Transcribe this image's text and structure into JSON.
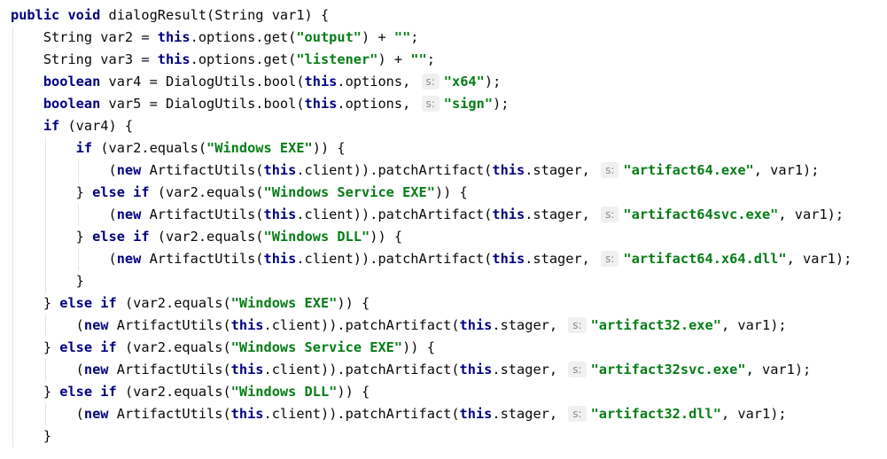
{
  "code": {
    "lines": [
      {
        "indent": 0,
        "tokens": [
          [
            "k",
            "public void "
          ],
          [
            "t",
            "dialogResult(String var1) {"
          ]
        ]
      },
      {
        "indent": 1,
        "tokens": [
          [
            "t",
            "String var2 = "
          ],
          [
            "k",
            "this"
          ],
          [
            "t",
            ".options.get("
          ],
          [
            "s",
            "\"output\""
          ],
          [
            "t",
            ") + "
          ],
          [
            "s",
            "\"\""
          ],
          [
            "t",
            ";"
          ]
        ]
      },
      {
        "indent": 1,
        "tokens": [
          [
            "t",
            "String var3 = "
          ],
          [
            "k",
            "this"
          ],
          [
            "t",
            ".options.get("
          ],
          [
            "s",
            "\"listener\""
          ],
          [
            "t",
            ") + "
          ],
          [
            "s",
            "\"\""
          ],
          [
            "t",
            ";"
          ]
        ]
      },
      {
        "indent": 1,
        "tokens": [
          [
            "k",
            "boolean "
          ],
          [
            "t",
            "var4 = DialogUtils.bool("
          ],
          [
            "k",
            "this"
          ],
          [
            "t",
            ".options, "
          ],
          [
            "h",
            "s:"
          ],
          [
            "s",
            "\"x64\""
          ],
          [
            "t",
            ");"
          ]
        ]
      },
      {
        "indent": 1,
        "tokens": [
          [
            "k",
            "boolean "
          ],
          [
            "t",
            "var5 = DialogUtils.bool("
          ],
          [
            "k",
            "this"
          ],
          [
            "t",
            ".options, "
          ],
          [
            "h",
            "s:"
          ],
          [
            "s",
            "\"sign\""
          ],
          [
            "t",
            ");"
          ]
        ]
      },
      {
        "indent": 1,
        "tokens": [
          [
            "k",
            "if "
          ],
          [
            "t",
            "(var4) {"
          ]
        ]
      },
      {
        "indent": 2,
        "tokens": [
          [
            "k",
            "if "
          ],
          [
            "t",
            "(var2.equals("
          ],
          [
            "s",
            "\"Windows EXE\""
          ],
          [
            "t",
            ")) {"
          ]
        ]
      },
      {
        "indent": 3,
        "tokens": [
          [
            "t",
            "("
          ],
          [
            "k",
            "new "
          ],
          [
            "t",
            "ArtifactUtils("
          ],
          [
            "k",
            "this"
          ],
          [
            "t",
            ".client)).patchArtifact("
          ],
          [
            "k",
            "this"
          ],
          [
            "t",
            ".stager, "
          ],
          [
            "h",
            "s:"
          ],
          [
            "s",
            "\"artifact64.exe\""
          ],
          [
            "t",
            ", var1);"
          ]
        ]
      },
      {
        "indent": 2,
        "tokens": [
          [
            "t",
            "} "
          ],
          [
            "k",
            "else if "
          ],
          [
            "t",
            "(var2.equals("
          ],
          [
            "s",
            "\"Windows Service EXE\""
          ],
          [
            "t",
            ")) {"
          ]
        ]
      },
      {
        "indent": 3,
        "tokens": [
          [
            "t",
            "("
          ],
          [
            "k",
            "new "
          ],
          [
            "t",
            "ArtifactUtils("
          ],
          [
            "k",
            "this"
          ],
          [
            "t",
            ".client)).patchArtifact("
          ],
          [
            "k",
            "this"
          ],
          [
            "t",
            ".stager, "
          ],
          [
            "h",
            "s:"
          ],
          [
            "s",
            "\"artifact64svc.exe\""
          ],
          [
            "t",
            ", var1);"
          ]
        ]
      },
      {
        "indent": 2,
        "tokens": [
          [
            "t",
            "} "
          ],
          [
            "k",
            "else if "
          ],
          [
            "t",
            "(var2.equals("
          ],
          [
            "s",
            "\"Windows DLL\""
          ],
          [
            "t",
            ")) {"
          ]
        ]
      },
      {
        "indent": 3,
        "tokens": [
          [
            "t",
            "("
          ],
          [
            "k",
            "new "
          ],
          [
            "t",
            "ArtifactUtils("
          ],
          [
            "k",
            "this"
          ],
          [
            "t",
            ".client)).patchArtifact("
          ],
          [
            "k",
            "this"
          ],
          [
            "t",
            ".stager, "
          ],
          [
            "h",
            "s:"
          ],
          [
            "s",
            "\"artifact64.x64.dll\""
          ],
          [
            "t",
            ", var1);"
          ]
        ]
      },
      {
        "indent": 2,
        "tokens": [
          [
            "t",
            "}"
          ]
        ]
      },
      {
        "indent": 1,
        "tokens": [
          [
            "t",
            "} "
          ],
          [
            "k",
            "else if "
          ],
          [
            "t",
            "(var2.equals("
          ],
          [
            "s",
            "\"Windows EXE\""
          ],
          [
            "t",
            ")) {"
          ]
        ]
      },
      {
        "indent": 2,
        "tokens": [
          [
            "t",
            "("
          ],
          [
            "k",
            "new "
          ],
          [
            "t",
            "ArtifactUtils("
          ],
          [
            "k",
            "this"
          ],
          [
            "t",
            ".client)).patchArtifact("
          ],
          [
            "k",
            "this"
          ],
          [
            "t",
            ".stager, "
          ],
          [
            "h",
            "s:"
          ],
          [
            "s",
            "\"artifact32.exe\""
          ],
          [
            "t",
            ", var1);"
          ]
        ]
      },
      {
        "indent": 1,
        "tokens": [
          [
            "t",
            "} "
          ],
          [
            "k",
            "else if "
          ],
          [
            "t",
            "(var2.equals("
          ],
          [
            "s",
            "\"Windows Service EXE\""
          ],
          [
            "t",
            ")) {"
          ]
        ]
      },
      {
        "indent": 2,
        "tokens": [
          [
            "t",
            "("
          ],
          [
            "k",
            "new "
          ],
          [
            "t",
            "ArtifactUtils("
          ],
          [
            "k",
            "this"
          ],
          [
            "t",
            ".client)).patchArtifact("
          ],
          [
            "k",
            "this"
          ],
          [
            "t",
            ".stager, "
          ],
          [
            "h",
            "s:"
          ],
          [
            "s",
            "\"artifact32svc.exe\""
          ],
          [
            "t",
            ", var1);"
          ]
        ]
      },
      {
        "indent": 1,
        "tokens": [
          [
            "t",
            "} "
          ],
          [
            "k",
            "else if "
          ],
          [
            "t",
            "(var2.equals("
          ],
          [
            "s",
            "\"Windows DLL\""
          ],
          [
            "t",
            ")) {"
          ]
        ]
      },
      {
        "indent": 2,
        "tokens": [
          [
            "t",
            "("
          ],
          [
            "k",
            "new "
          ],
          [
            "t",
            "ArtifactUtils("
          ],
          [
            "k",
            "this"
          ],
          [
            "t",
            ".client)).patchArtifact("
          ],
          [
            "k",
            "this"
          ],
          [
            "t",
            ".stager, "
          ],
          [
            "h",
            "s:"
          ],
          [
            "s",
            "\"artifact32.dll\""
          ],
          [
            "t",
            ", var1);"
          ]
        ]
      },
      {
        "indent": 1,
        "tokens": [
          [
            "t",
            "}"
          ]
        ]
      }
    ]
  }
}
